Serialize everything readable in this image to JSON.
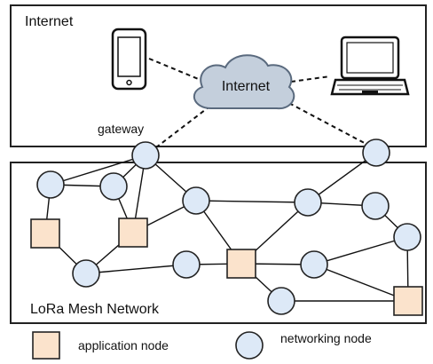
{
  "internet_box": {
    "label": "Internet"
  },
  "cloud": {
    "label": "Internet"
  },
  "gateway_label": "gateway",
  "mesh_box": {
    "label": "LoRa Mesh Network"
  },
  "legend": {
    "application": "application node",
    "networking": "networking node"
  },
  "colors": {
    "networking_node_fill": "#dde9f7",
    "application_node_fill": "#fbe3cc",
    "cloud_fill": "#c4cfdc",
    "outline": "#222222"
  },
  "icons": [
    "smartphone-icon",
    "laptop-icon",
    "cloud-icon"
  ]
}
